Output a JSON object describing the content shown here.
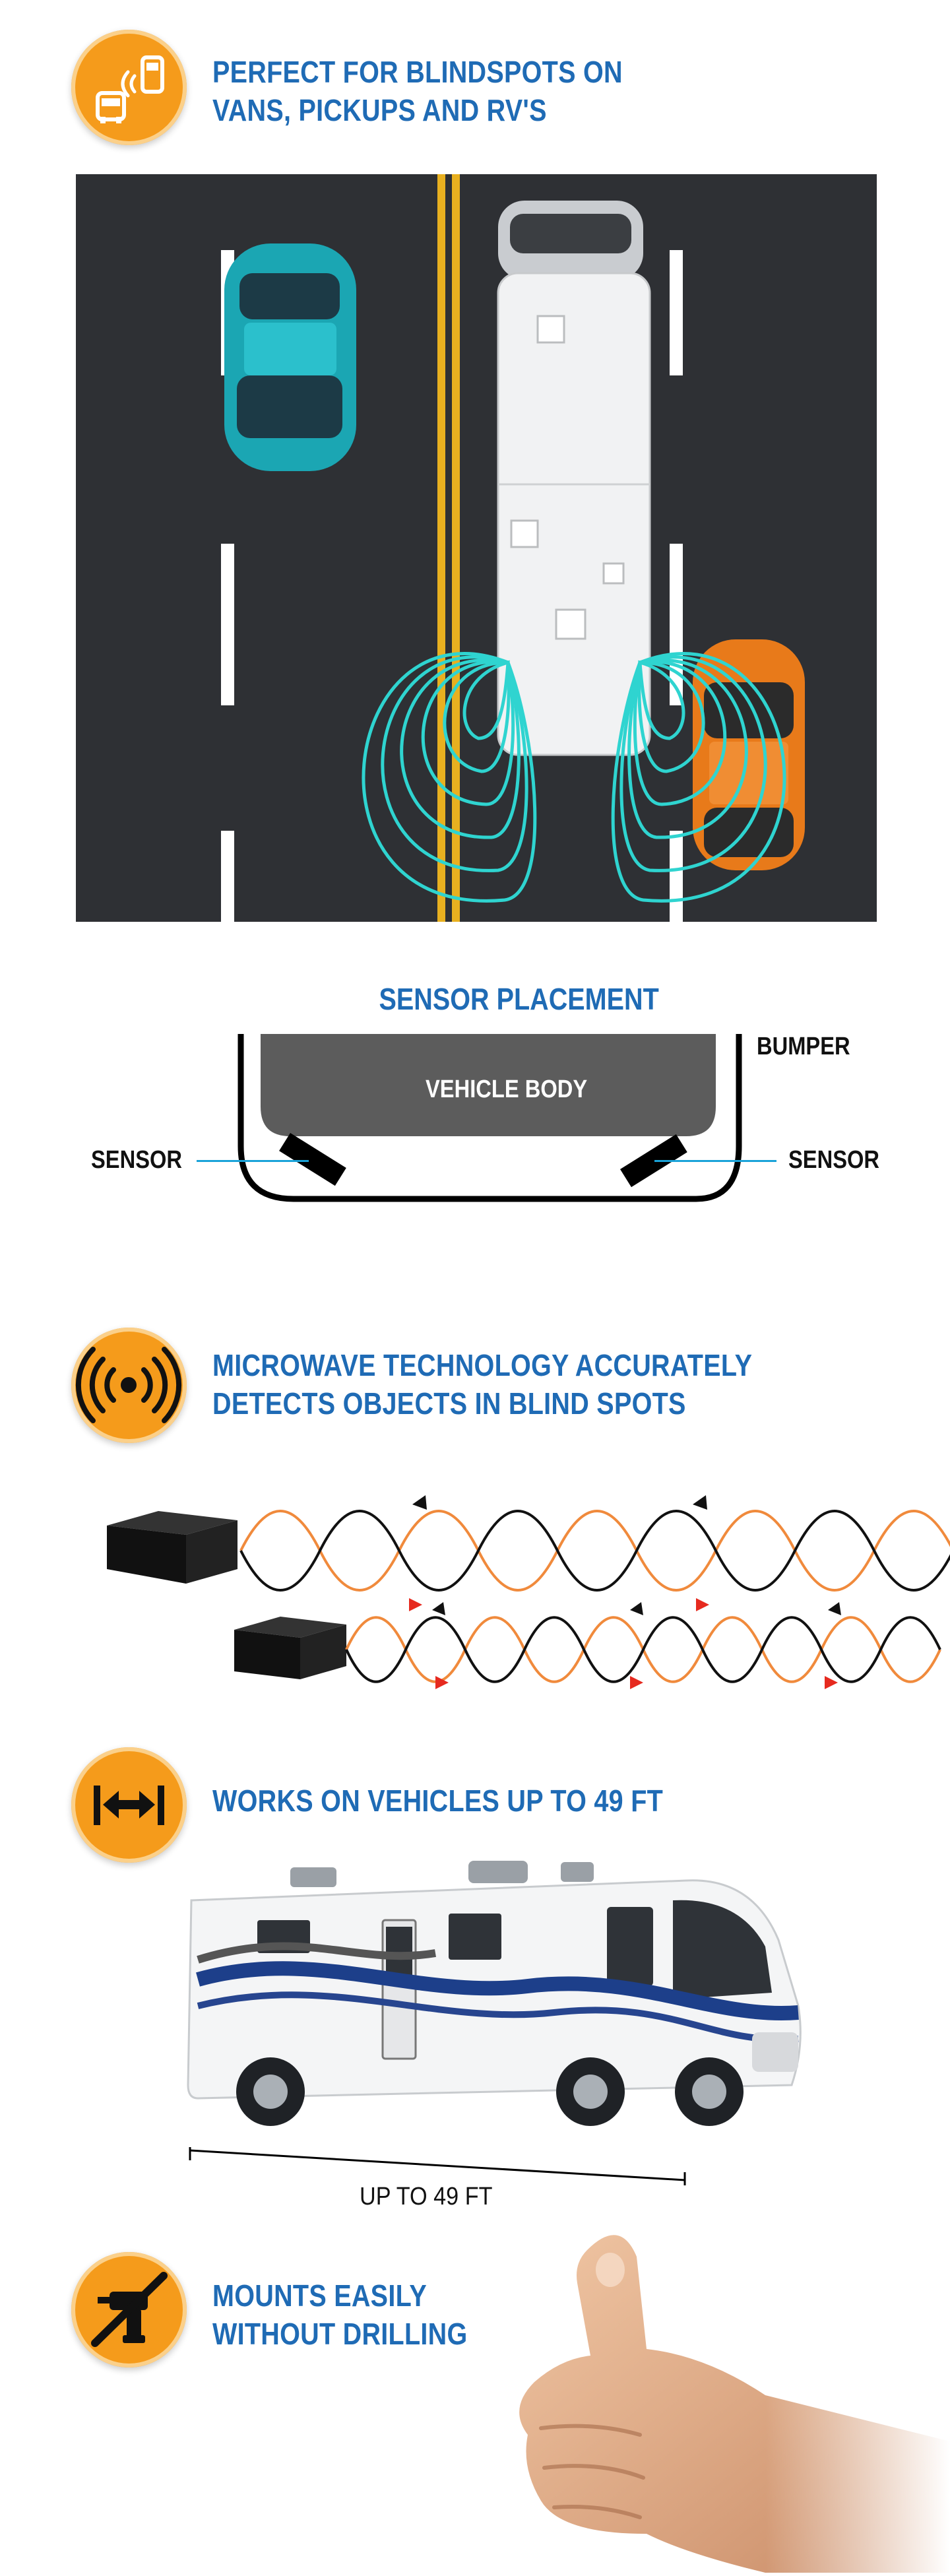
{
  "sections": {
    "blindspots": {
      "heading_line1": "PERFECT FOR BLINDSPOTS ON",
      "heading_line2": "VANS, PICKUPS AND RV'S",
      "icon": "blindspot-icon"
    },
    "placement": {
      "title": "SENSOR PLACEMENT",
      "body_label": "VEHICLE BODY",
      "bumper_label": "BUMPER",
      "sensor_left_label": "SENSOR",
      "sensor_right_label": "SENSOR"
    },
    "microwave": {
      "heading_line1": "MICROWAVE TECHNOLOGY ACCURATELY",
      "heading_line2": "DETECTS OBJECTS IN BLIND SPOTS",
      "icon": "microwave-signal-icon"
    },
    "length": {
      "heading": "WORKS ON VEHICLES UP TO 49 FT",
      "measure_label": "UP TO 49 FT",
      "icon": "length-arrows-icon"
    },
    "mounting": {
      "heading_line1": "MOUNTS EASILY",
      "heading_line2": "WITHOUT DRILLING",
      "icon": "no-drill-icon"
    }
  },
  "colors": {
    "heading_blue": "#1f6bb5",
    "badge_orange": "#f59b1b",
    "sensor_wave": "#2fd4d0",
    "wave_orange": "#f08a3c",
    "wave_black": "#111111",
    "arrow_red": "#e62a1f"
  }
}
